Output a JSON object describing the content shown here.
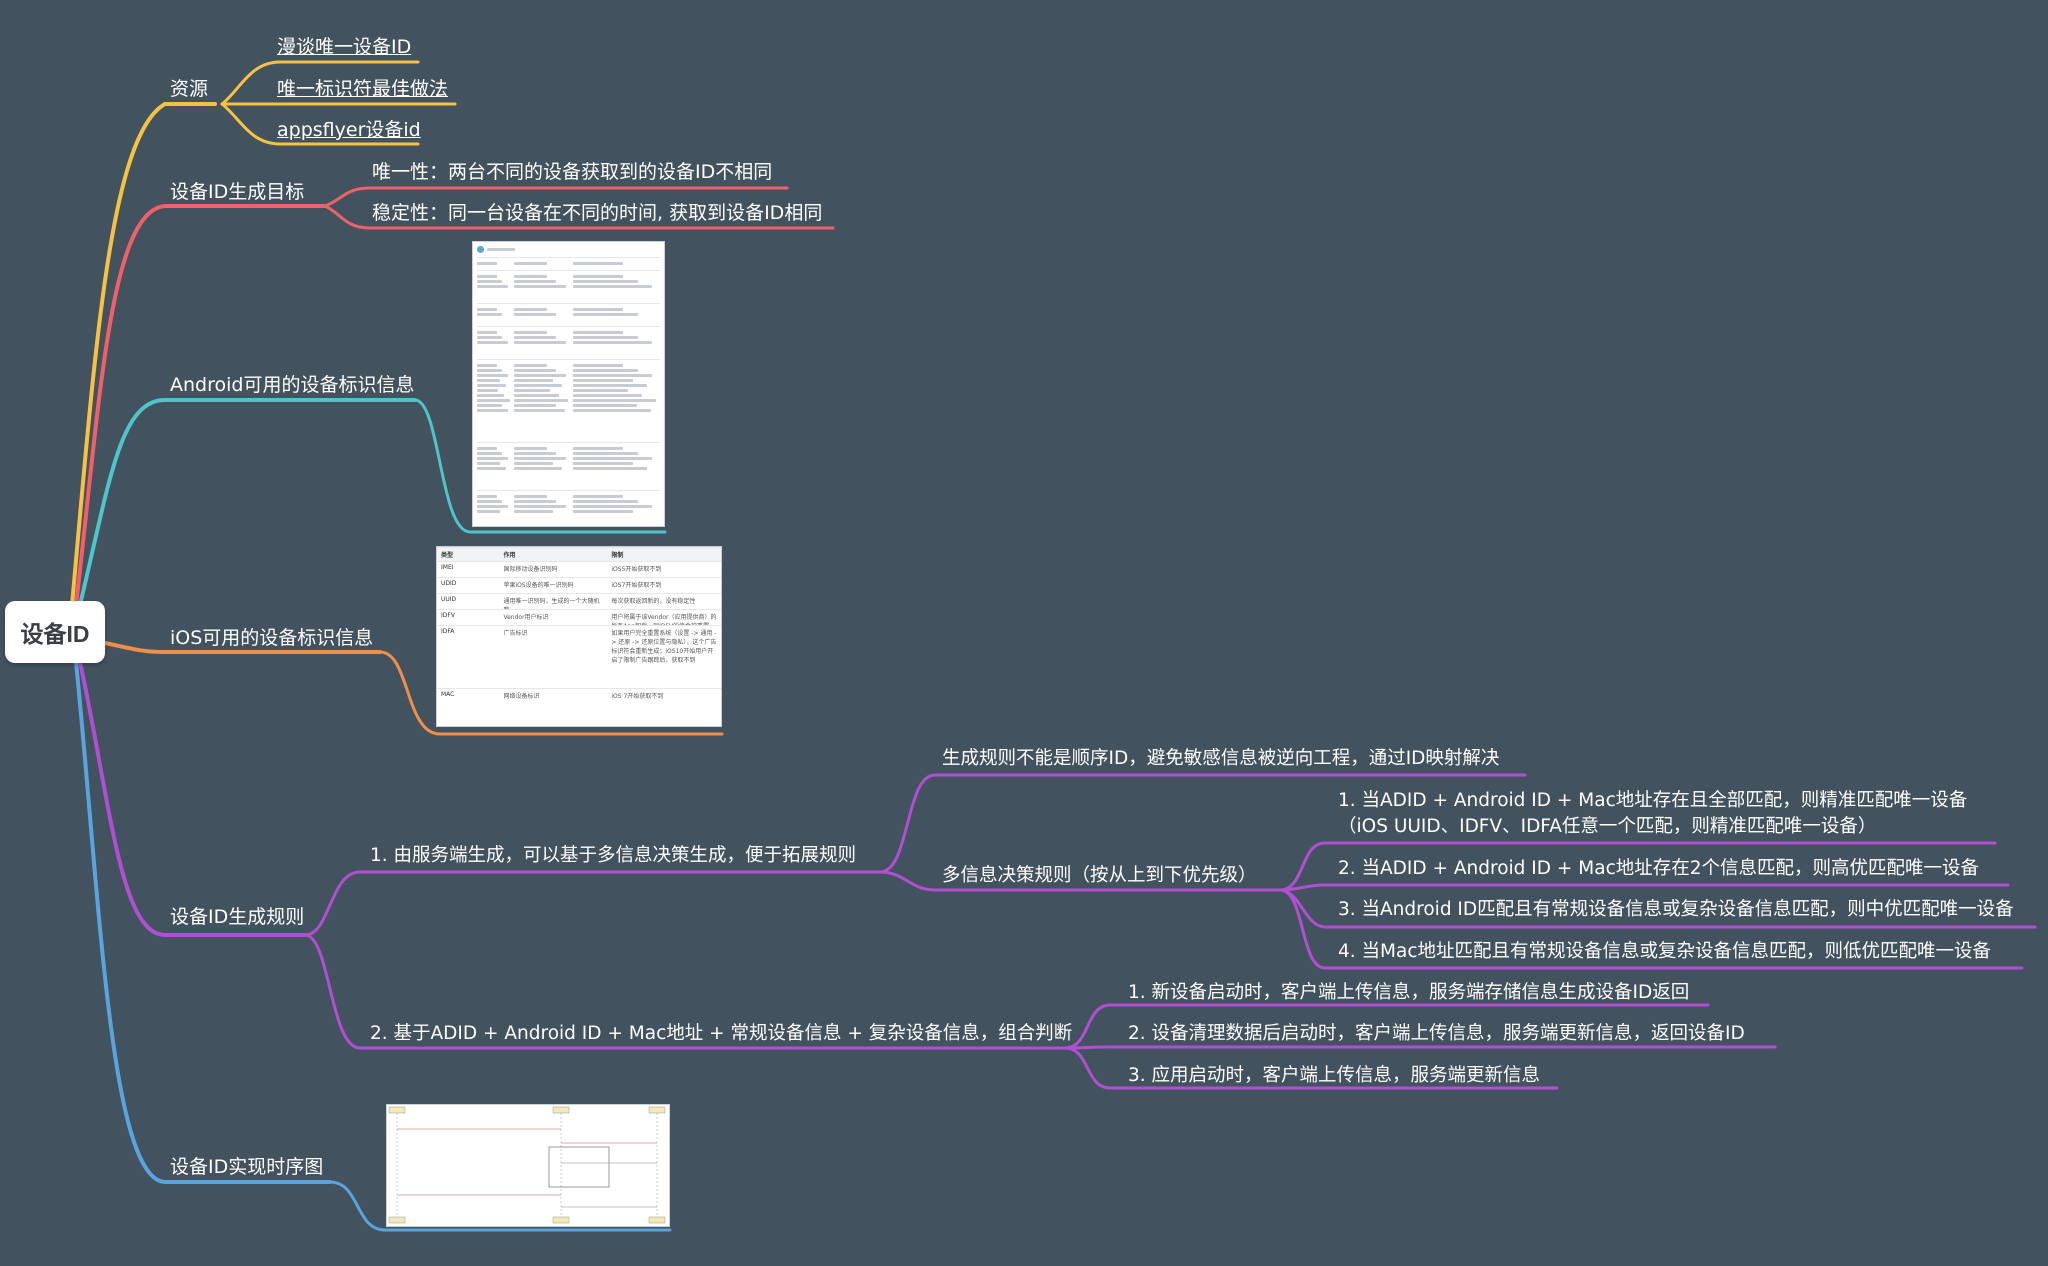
{
  "root": {
    "label": "设备ID"
  },
  "branches": {
    "resources": {
      "label": "资源",
      "color": "#f5c242",
      "links": [
        {
          "label": "漫谈唯一设备ID"
        },
        {
          "label": "唯一标识符最佳做法"
        },
        {
          "label": "appsflyer设备id"
        }
      ]
    },
    "goals": {
      "label": "设备ID生成目标",
      "color": "#f0606a",
      "items": [
        {
          "label": "唯一性：两台不同的设备获取到的设备ID不相同"
        },
        {
          "label": "稳定性：同一台设备在不同的时间, 获取到设备ID相同"
        }
      ]
    },
    "android": {
      "label": "Android可用的设备标识信息",
      "color": "#4fc4c9",
      "table_icon": "table-image-icon"
    },
    "ios": {
      "label": "iOS可用的设备标识信息",
      "color": "#f08e4a",
      "table": {
        "headers": [
          "类型",
          "作用",
          "限制"
        ],
        "rows": [
          [
            "IMEI",
            "国际移动设备识别码",
            "iOS5开始获取不到"
          ],
          [
            "UDID",
            "苹果iOS设备的唯一识别码",
            "iOS7开始获取不到"
          ],
          [
            "UUID",
            "通用唯一识别码，生成的一个大随机数",
            "每次获取返回新的，没有稳定性"
          ],
          [
            "IDFV",
            "Vendor用户标识",
            "用户将属于该Vendor（应用提供商）的所有App卸载，则IDFV的值会被重置"
          ],
          [
            "IDFA",
            "广告标识",
            "如果用户完全重置系统（设置 -> 通用 -> 还原 -> 还原位置与隐私），这个广告标识符会重新生成；iOS10开始用户开启了限制广告跟踪后，获取不到"
          ],
          [
            "MAC",
            "网络设备标识",
            "iOS 7开始获取不到"
          ]
        ]
      }
    },
    "rules": {
      "label": "设备ID生成规则",
      "color": "#b04fd1",
      "server": {
        "label": "1. 由服务端生成，可以基于多信息决策生成，便于拓展规则",
        "not_sequential": "生成规则不能是顺序ID，避免敏感信息被逆向工程，通过ID映射解决",
        "multi": {
          "label": "多信息决策规则（按从上到下优先级）",
          "items": [
            {
              "line1": "1. 当ADID + Android ID + Mac地址存在且全部匹配，则精准匹配唯一设备",
              "line2": "（iOS UUID、IDFV、IDFA任意一个匹配，则精准匹配唯一设备）"
            },
            {
              "line1": "2. 当ADID + Android ID + Mac地址存在2个信息匹配，则高优匹配唯一设备"
            },
            {
              "line1": "3. 当Android ID匹配且有常规设备信息或复杂设备信息匹配，则中优匹配唯一设备"
            },
            {
              "line1": "4. 当Mac地址匹配且有常规设备信息或复杂设备信息匹配，则低优匹配唯一设备"
            }
          ]
        }
      },
      "combo": {
        "label": "2. 基于ADID + Android ID + Mac地址 + 常规设备信息 + 复杂设备信息，组合判断",
        "items": [
          {
            "label": "1. 新设备启动时，客户端上传信息，服务端存储信息生成设备ID返回"
          },
          {
            "label": "2. 设备清理数据后启动时，客户端上传信息，服务端更新信息，返回设备ID"
          },
          {
            "label": "3. 应用启动时，客户端上传信息，服务端更新信息"
          }
        ]
      }
    },
    "sequence": {
      "label": "设备ID实现时序图",
      "color": "#5aa3dd",
      "image_icon": "sequence-diagram-image-icon"
    }
  }
}
